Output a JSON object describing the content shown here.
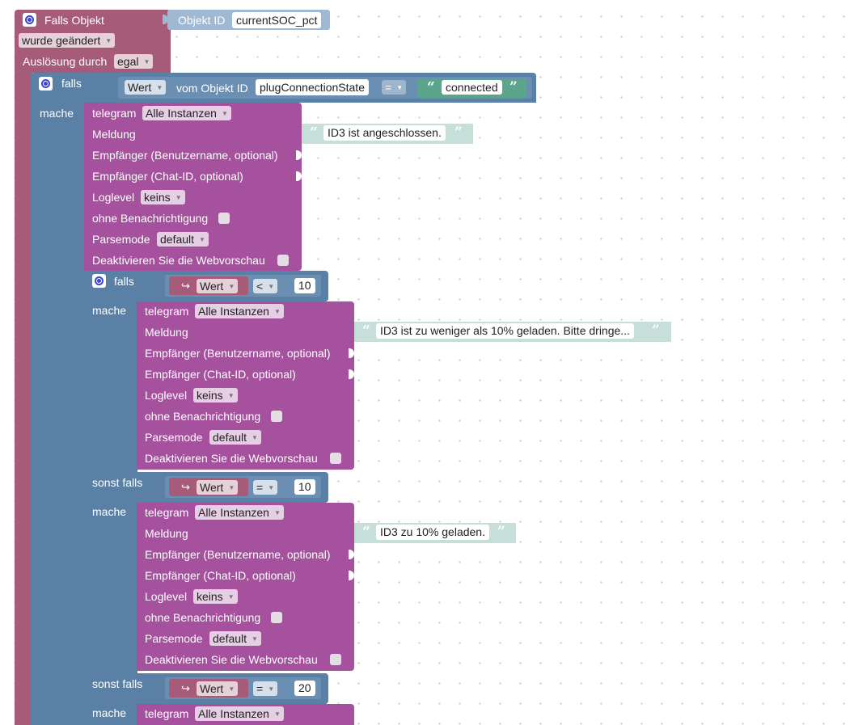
{
  "event": {
    "title": "Falls Objekt",
    "objectid_label": "Objekt ID",
    "objectid_value": "currentSOC_pct",
    "changed": "wurde geändert",
    "trigger_label": "Auslösung durch",
    "trigger_value": "egal"
  },
  "outer_if": {
    "falls": "falls",
    "value_select": "Wert",
    "from_object_label": "vom Objekt ID",
    "object_value": "plugConnectionState",
    "operator": "=",
    "compare_text": "connected",
    "mache": "mache"
  },
  "telegram_fields": {
    "telegram": "telegram",
    "instance": "Alle Instanzen",
    "meldung": "Meldung",
    "recipient_user": "Empfänger (Benutzername, optional)",
    "recipient_chat": "Empfänger (Chat-ID, optional)",
    "loglevel": "Loglevel",
    "loglevel_value": "keins",
    "silent": "ohne Benachrichtigung",
    "parsemode": "Parsemode",
    "parsemode_value": "default",
    "disable_preview": "Deaktivieren Sie die Webvorschau"
  },
  "messages": {
    "m1": "ID3 ist angeschlossen.",
    "m2": "ID3 ist zu weniger als 10% geladen. Bitte dringe...",
    "m3": "ID3 zu 10% geladen."
  },
  "inner_if": {
    "falls": "falls",
    "sonst_falls": "sonst falls",
    "mache": "mache",
    "var_arrow": "↪",
    "var_name": "Wert",
    "cond1_op": "<",
    "cond1_val": "10",
    "cond2_op": "=",
    "cond2_val": "10",
    "cond3_op": "=",
    "cond3_val": "20"
  }
}
